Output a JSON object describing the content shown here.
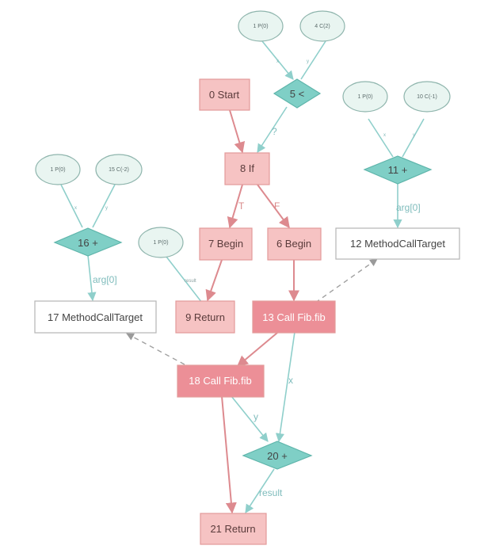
{
  "nodes": {
    "n0_start": "0 Start",
    "n5_lt": "5 <",
    "n8_if": "8 If",
    "n7_begin": "7 Begin",
    "n6_begin": "6 Begin",
    "n9_return": "9 Return",
    "n13_call": "13 Call Fib.fib",
    "n18_call": "18 Call Fib.fib",
    "n20_plus": "20 +",
    "n21_return": "21 Return",
    "n11_plus": "11 +",
    "n12_target": "12 MethodCallTarget",
    "n16_plus": "16 +",
    "n17_target": "17 MethodCallTarget",
    "p0_top": "1 P(0)",
    "c2": "4 C(2)",
    "p0_right": "1 P(0)",
    "cm1": "10 C(-1)",
    "p0_left": "1 P(0)",
    "cm2": "15 C(-2)",
    "p0_mid": "1 P(0)"
  },
  "edges": {
    "q": "?",
    "t": "T",
    "f": "F",
    "arg0_right": "arg[0]",
    "arg0_left": "arg[0]",
    "x": "x",
    "y": "y",
    "result": "result",
    "x_small_1": "x",
    "y_small_1": "y",
    "x_small_2": "x",
    "y_small_2": "y",
    "x_small_3": "x",
    "y_small_3": "y",
    "result_small": "result"
  },
  "colors": {
    "control_node": "#f6c3c3",
    "control_stroke": "#e39a9a",
    "call_node": "#ec8f97",
    "data_node": "#7fcfc6",
    "data_stroke": "#5fb5ab",
    "const_node": "#e9f5f1",
    "control_edge": "#dd8a8f",
    "data_edge": "#8fcfcb",
    "target_stroke": "#aaaaaa"
  }
}
